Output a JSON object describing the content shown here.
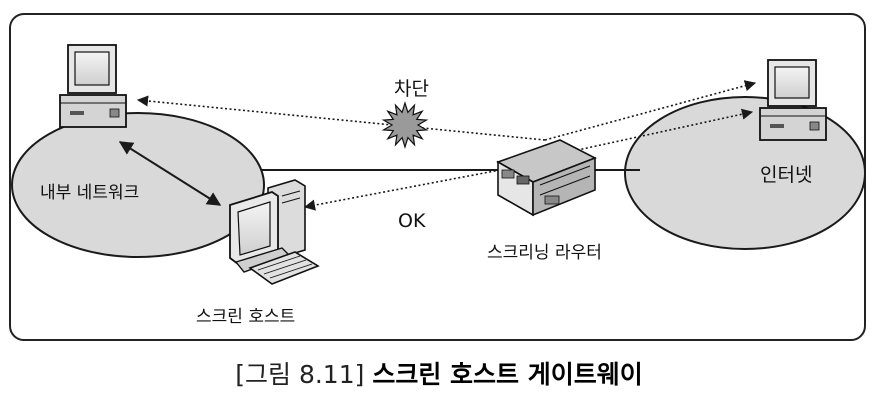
{
  "diagram": {
    "labels": {
      "blocked": "차단",
      "ok": "OK",
      "internal_network": "내부 네트워크",
      "internet": "인터넷",
      "screening_router": "스크리닝 라우터",
      "screen_host": "스크린 호스트"
    },
    "colors": {
      "ellipse_fill": "#d9d9d9",
      "stroke": "#1a1a1a",
      "frame": "#222222"
    },
    "icons": [
      "desktop-computer-icon",
      "router-icon",
      "starburst-block-icon",
      "keyboard-icon"
    ]
  },
  "caption": {
    "prefix": "[그림 8.11]",
    "title": "스크린 호스트 게이트웨이"
  }
}
